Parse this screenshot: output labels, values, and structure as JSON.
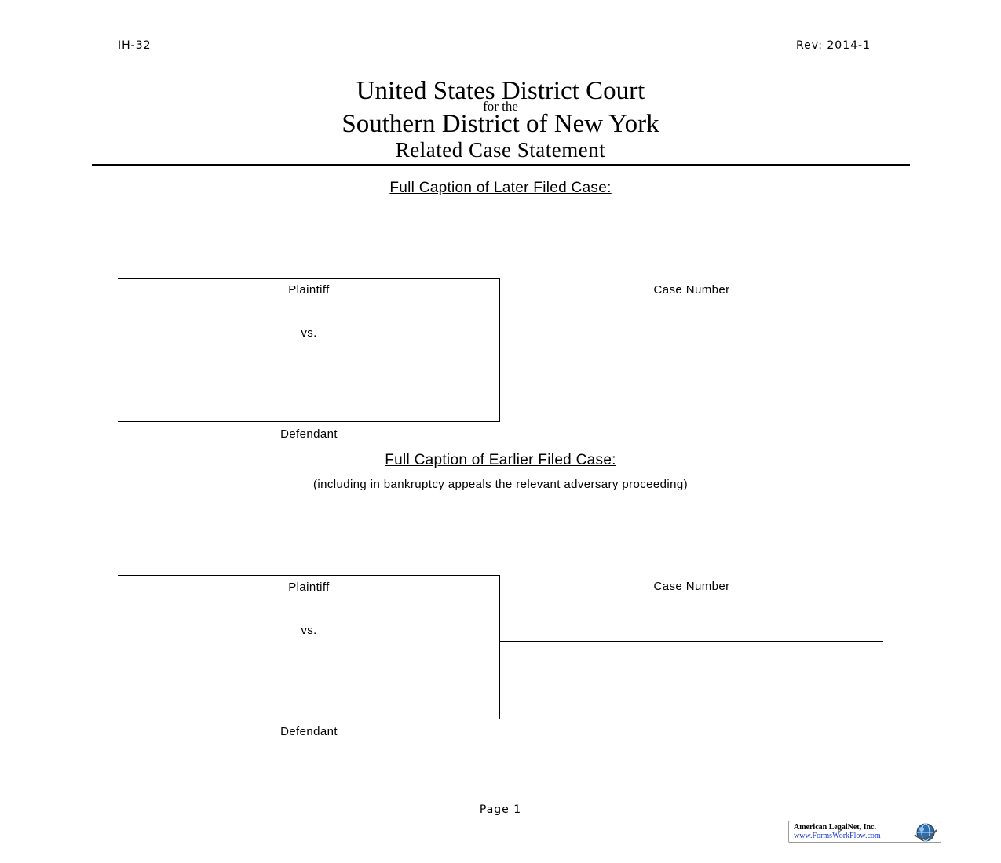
{
  "header": {
    "form_id": "IH-32",
    "revision": "Rev: 2014-1",
    "court_name": "United States District Court",
    "for_the": "for the",
    "district": "Southern District of New York",
    "document_title": "Related Case Statement"
  },
  "later_case": {
    "section_title": "Full Caption of Later Filed Case:",
    "plaintiff_label": "Plaintiff",
    "vs_label": "vs.",
    "defendant_label": "Defendant",
    "case_number_label": "Case Number"
  },
  "earlier_case": {
    "section_title": "Full Caption of Earlier Filed Case:",
    "note": "(including in bankruptcy appeals the relevant adversary proceeding)",
    "plaintiff_label": "Plaintiff",
    "vs_label": "vs.",
    "defendant_label": "Defendant",
    "case_number_label": "Case Number"
  },
  "footer": {
    "page_label": "Page 1",
    "logo_company": "American LegalNet, Inc.",
    "logo_url": "www.FormsWorkFlow.com",
    "logo_icon": "globe-icon"
  },
  "colors": {
    "text": "#000000",
    "logo_link": "#1a3ccc",
    "logo_globe": "#2b6fb0"
  }
}
